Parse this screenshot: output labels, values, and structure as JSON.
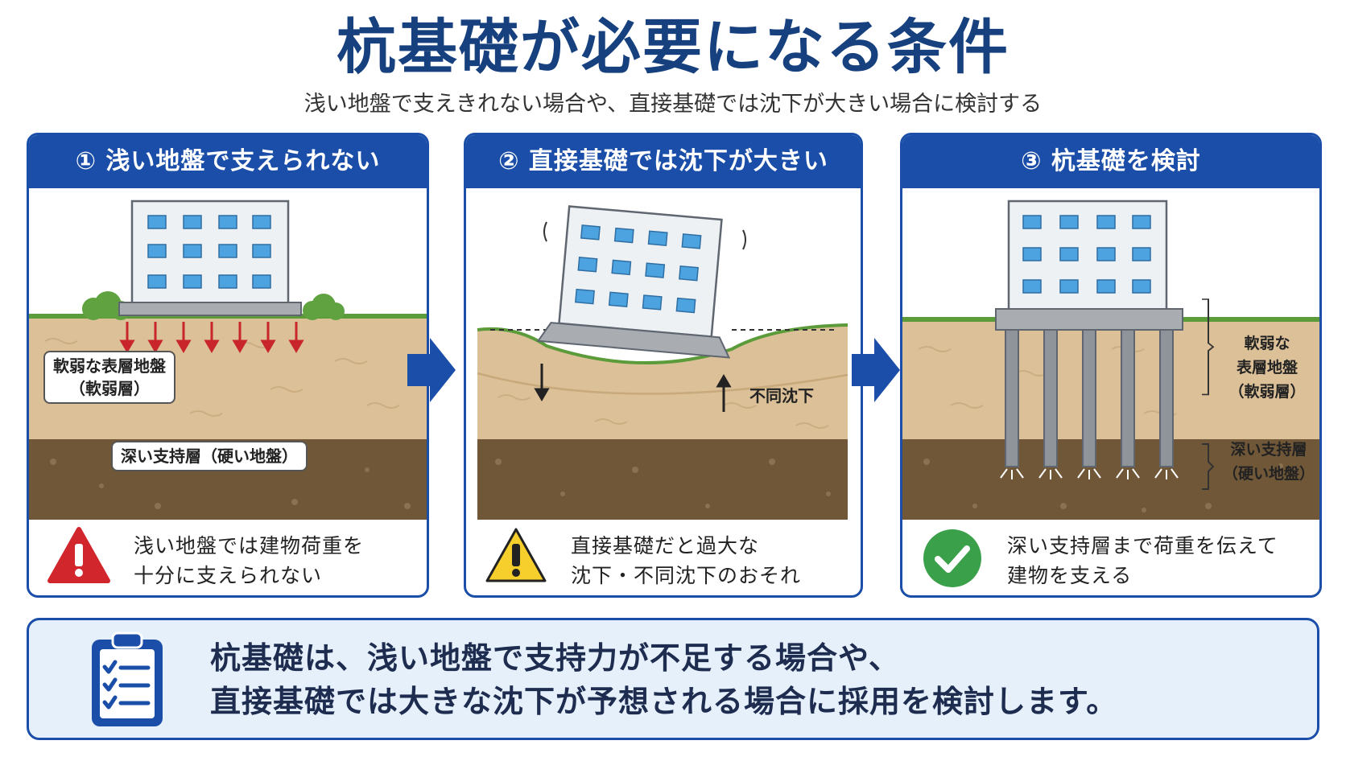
{
  "title": "杭基礎が必要になる条件",
  "subtitle": "浅い地盤で支えきれない場合や、直接基礎では沈下が大きい場合に検討する",
  "panels": [
    {
      "heading": "① 浅い地盤で支えられない",
      "labels": {
        "soft": "軟弱な表層地盤\n（軟弱層）",
        "hard": "深い支持層（硬い地盤）"
      },
      "note": "浅い地盤では建物荷重を\n十分に支えられない",
      "icon": "warning-red-icon"
    },
    {
      "heading": "② 直接基礎では沈下が大きい",
      "labels": {
        "settle": "不同沈下"
      },
      "note": "直接基礎だと過大な\n沈下・不同沈下のおそれ",
      "icon": "warning-yellow-icon"
    },
    {
      "heading": "③ 杭基礎を検討",
      "labels": {
        "soft": "軟弱な\n表層地盤\n（軟弱層）",
        "hard": "深い支持層\n（硬い地盤）"
      },
      "note": "深い支持層まで荷重を伝えて\n建物を支える",
      "icon": "check-green-icon"
    }
  ],
  "summary": {
    "line1": "杭基礎は、浅い地盤で支持力が不足する場合や、",
    "line2": "直接基礎では大きな沈下が予想される場合に採用を検討します。",
    "icon": "clipboard-checklist-icon"
  },
  "colors": {
    "accent": "#1a4ea8",
    "title": "#17407f",
    "soft_soil": "#dcc098",
    "hard_soil": "#6f5738",
    "grass": "#5c9b3a",
    "building": "#eef1f4",
    "window": "#4ca3df",
    "pile": "#8f949a",
    "red_arrow": "#c9262c"
  }
}
